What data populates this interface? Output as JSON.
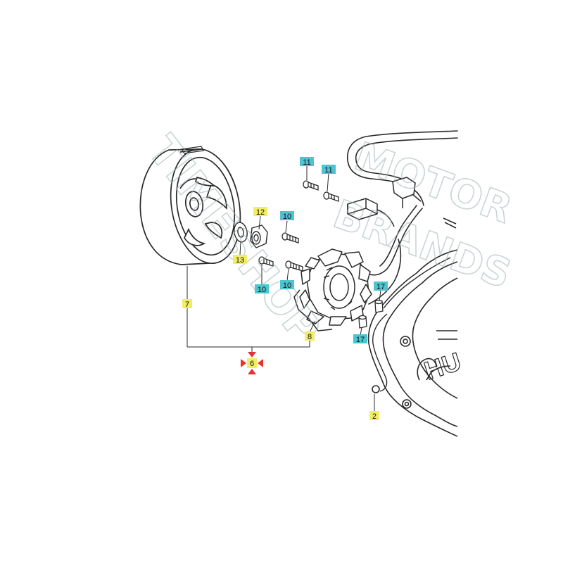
{
  "watermark": {
    "line1": "MOTOR",
    "line2": "BRANDS",
    "line3": "TIMESHOP",
    "color": "#9fb3b6"
  },
  "colors": {
    "label_yellow": "#f2ee63",
    "label_cyan": "#4fc3cf",
    "marker_red": "#e8312a",
    "line": "#2a2a2a"
  },
  "callouts": {
    "c2": "2",
    "c6": "6",
    "c7": "7",
    "c8": "8",
    "c10a": "10",
    "c10b": "10",
    "c10c": "10",
    "c11a": "11",
    "c11b": "11",
    "c12": "12",
    "c13": "13",
    "c17a": "17",
    "c17b": "17"
  },
  "cover_lettering": "HU"
}
